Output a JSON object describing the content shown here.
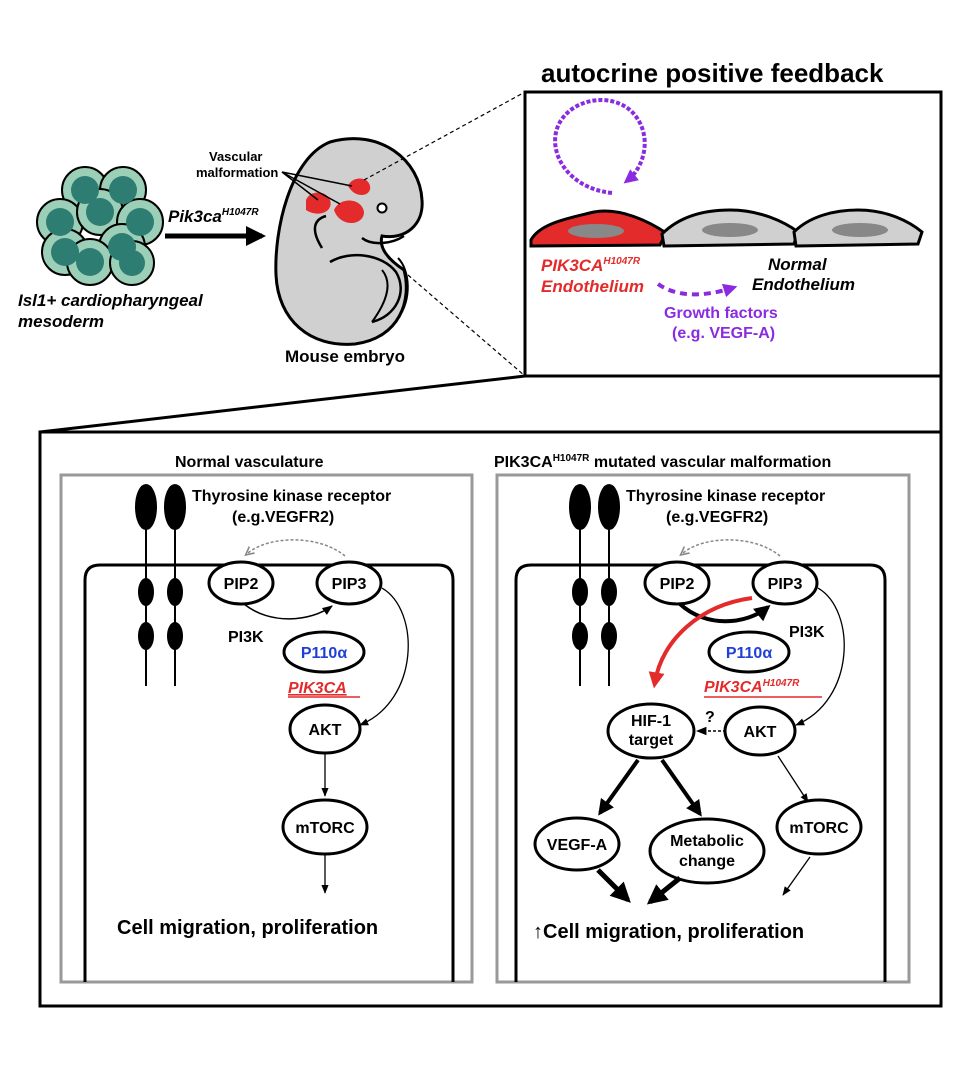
{
  "top": {
    "cells_caption_line1": "Isl1+ cardiopharyngeal",
    "cells_caption_line2": "mesoderm",
    "arrow_gene": "Pik3ca",
    "arrow_gene_sup": "H1047R",
    "vascular_label_line1": "Vascular",
    "vascular_label_line2": "malformation",
    "embryo_label": "Mouse embryo"
  },
  "feedback": {
    "title": "autocrine positive feedback",
    "mutant_line1": "PIK3CA",
    "mutant_sup": "H1047R",
    "mutant_line2": "Endothelium",
    "normal_line1": "Normal",
    "normal_line2": "Endothelium",
    "gf_line1": "Growth factors",
    "gf_line2": "(e.g. VEGF-A)"
  },
  "normal_panel": {
    "title": "Normal vasculature",
    "receptor_line1": "Thyrosine kinase receptor",
    "receptor_line2": "(e.g.VEGFR2)",
    "pip2": "PIP2",
    "pip3": "PIP3",
    "pi3k": "PI3K",
    "p110": "P110α",
    "gene": "PIK3CA",
    "akt": "AKT",
    "mtorc": "mTORC",
    "outcome": "Cell migration, proliferation"
  },
  "mutant_panel": {
    "title_prefix": "PIK3CA",
    "title_sup": "H1047R",
    "title_suffix": " mutated vascular malformation",
    "receptor_line1": "Thyrosine kinase receptor",
    "receptor_line2": "(e.g.VEGFR2)",
    "pip2": "PIP2",
    "pip3": "PIP3",
    "pi3k": "PI3K",
    "p110": "P110α",
    "gene": "PIK3CA",
    "gene_sup": "H1047R",
    "hif_line1": "HIF-1",
    "hif_line2": "target",
    "question": "?",
    "akt": "AKT",
    "vegfa": "VEGF-A",
    "metab_line1": "Metabolic",
    "metab_line2": "change",
    "mtorc": "mTORC",
    "outcome_arrow": "↑",
    "outcome": "Cell migration, proliferation"
  },
  "colors": {
    "mutant_red": "#e32b2b",
    "growth_purple": "#8a2be2",
    "p110_blue": "#1f3fd6",
    "cell_gray": "#d0d0d0",
    "mesoderm_green": "#9ccfb8",
    "mesoderm_nucleus": "#2d7d72"
  }
}
